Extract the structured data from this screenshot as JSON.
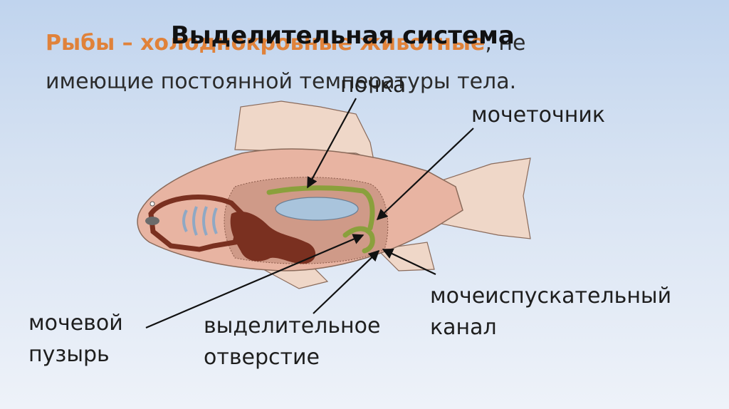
{
  "background_text": {
    "line1_orange": "Рыбы – хол",
    "line1_hidden": "однокровные животные",
    "line1_rest": ", не",
    "line2": "имеющие постоянной температуры тела."
  },
  "title": "Выделительная система",
  "labels": {
    "kidney": "почка",
    "ureter": "мочеточник",
    "bladder_line1": "мочевой",
    "bladder_line2": "пузырь",
    "excretory_opening_line1": "выделительное",
    "excretory_opening_line2": "отверстие",
    "urinary_canal_line1": "мочеиспускательный",
    "urinary_canal_line2": "канал"
  },
  "colors": {
    "orange": "#e0823a",
    "fish_body": "#e8b4a2",
    "kidney": "#8aa03c",
    "organs": "#7a3020",
    "swim_bladder": "#a9c4dc"
  }
}
